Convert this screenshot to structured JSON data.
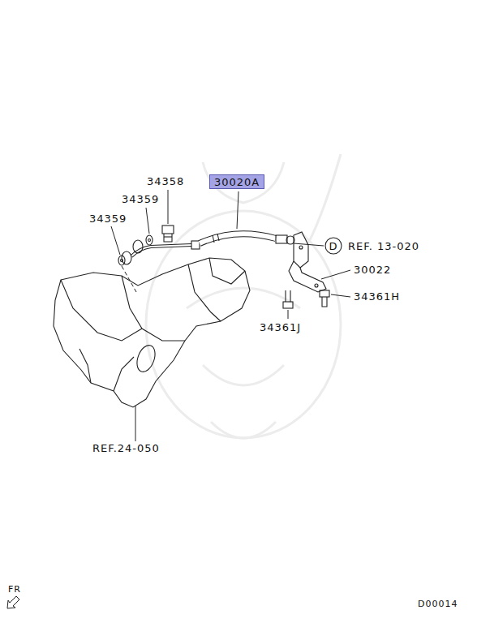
{
  "diagram": {
    "nodes": [
      {
        "text": [
          "30020A"
        ]
      },
      {
        "text": [
          "D"
        ]
      }
    ],
    "labels": [
      "34358",
      "34359",
      "34359",
      "REF. 13-020",
      "30022",
      "34361H",
      "34361J",
      "REF.24-050",
      "FR",
      "D00014"
    ]
  }
}
